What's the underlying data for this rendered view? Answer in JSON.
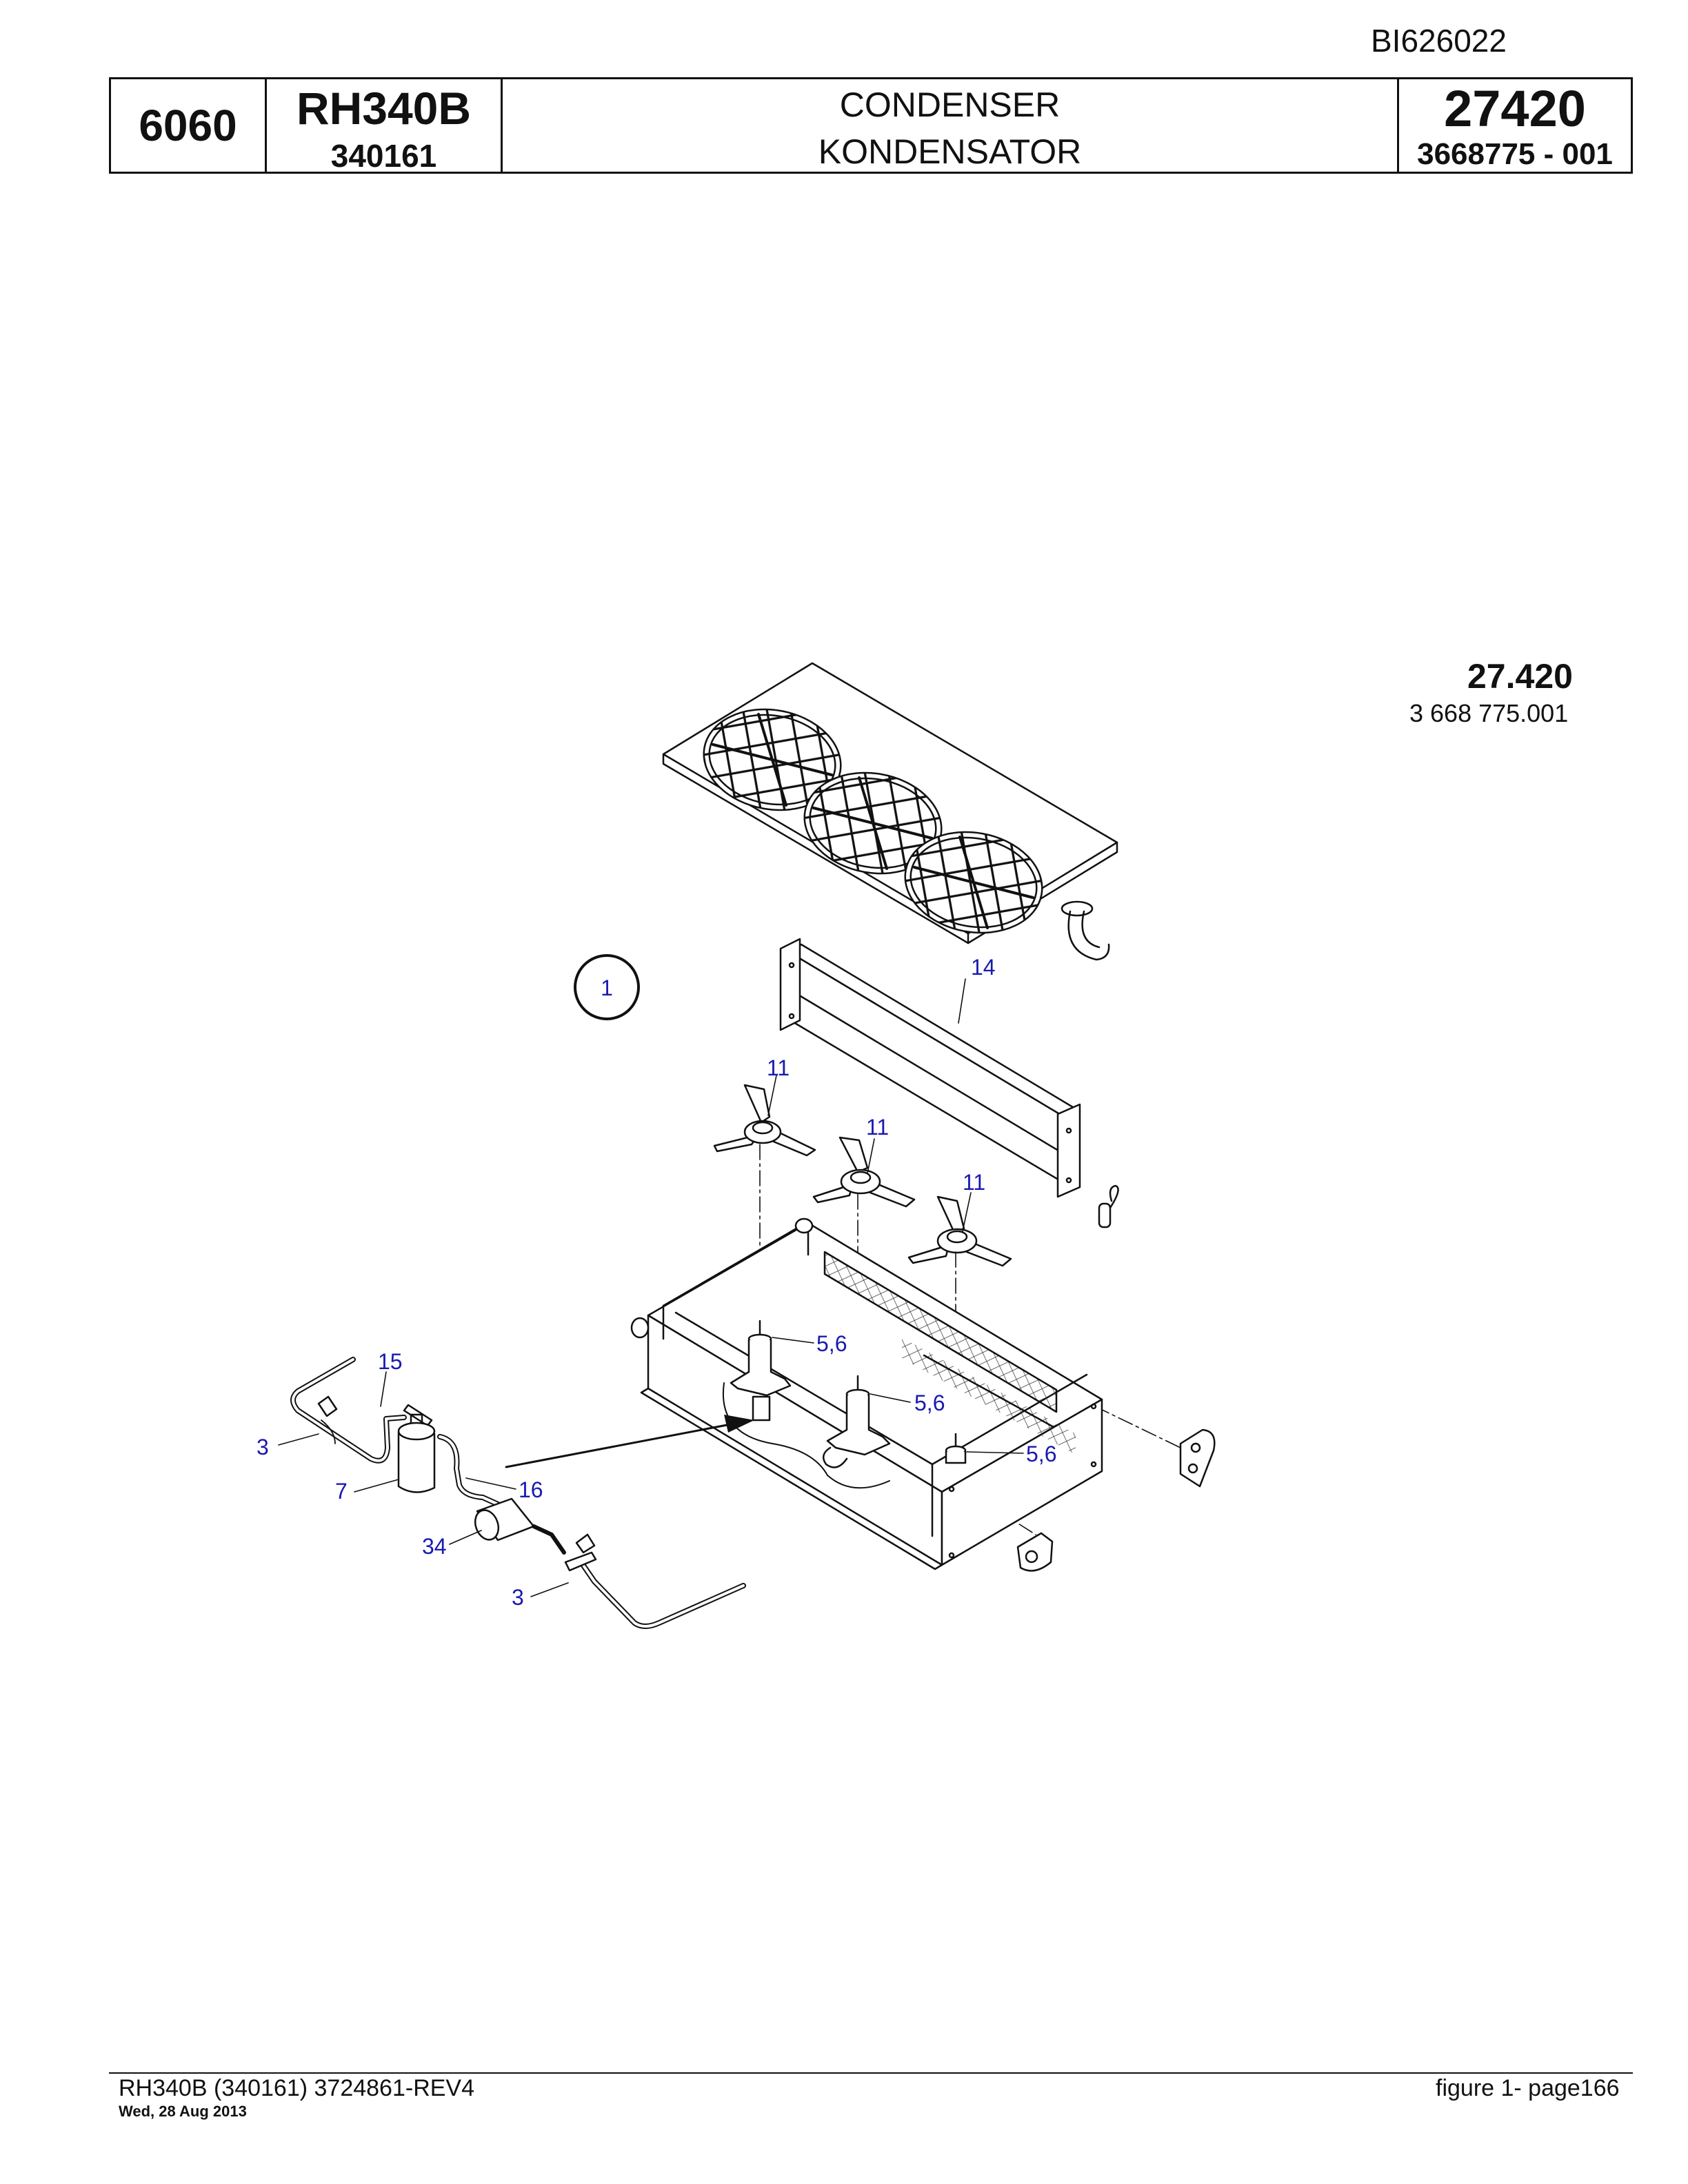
{
  "doc_id": "BI626022",
  "header": {
    "group": "6060",
    "model": "RH340B",
    "serial": "340161",
    "title_en": "CONDENSER",
    "title_de": "KONDENSATOR",
    "figure_code": "27420",
    "part_number": "3668775  - 001"
  },
  "figure": {
    "number": "27.420",
    "code": "3 668 775.001",
    "assembly_marker": "1",
    "callouts": [
      "14",
      "11",
      "11",
      "11",
      "5,6",
      "5,6",
      "5,6",
      "15",
      "3",
      "7",
      "16",
      "34",
      "3"
    ]
  },
  "footer": {
    "left": "RH340B (340161) 3724861-REV4",
    "date": "Wed, 28 Aug 2013",
    "right": "figure  1- page166"
  },
  "colors": {
    "callout": "#1a1ab0",
    "line": "#111111"
  }
}
